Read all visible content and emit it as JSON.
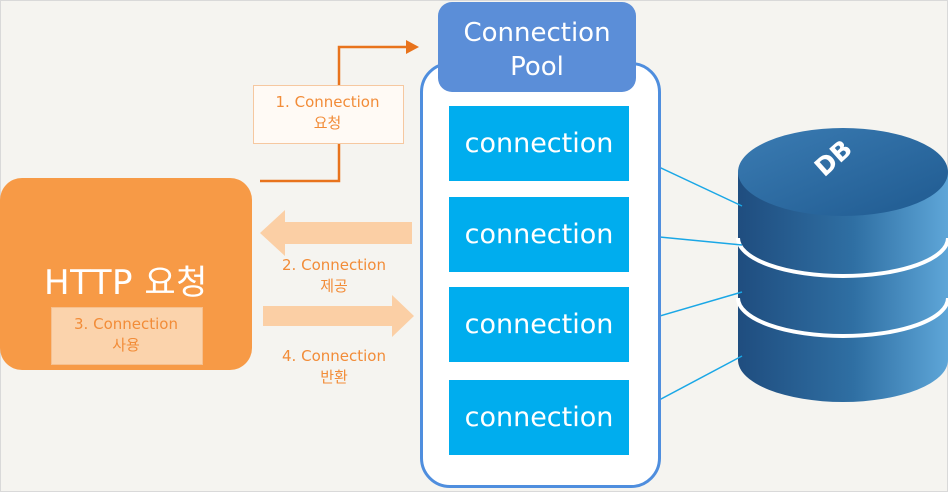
{
  "http": {
    "title": "HTTP 요청",
    "use_line1": "3. Connection",
    "use_line2": "사용"
  },
  "steps": {
    "request_line1": "1. Connection",
    "request_line2": "요청",
    "provide_line1": "2. Connection",
    "provide_line2": "제공",
    "return_line1": "4. Connection",
    "return_line2": "반환"
  },
  "pool": {
    "title_line1": "Connection",
    "title_line2": "Pool",
    "connections": [
      "connection",
      "connection",
      "connection",
      "connection"
    ]
  },
  "db": {
    "label": "DB"
  },
  "colors": {
    "http_box": "#f79a46",
    "arrow_orange": "#e8731c",
    "arrow_light": "#fbcfa5",
    "pool_border": "#4f8ede",
    "pool_header": "#5b8ed8",
    "connection": "#00adee",
    "db_cylinder": "#2f6fa3",
    "link_line": "#1aa7e6"
  }
}
